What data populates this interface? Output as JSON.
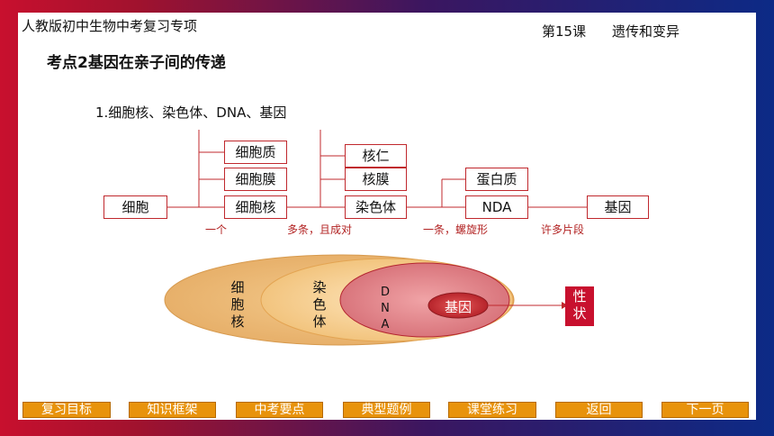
{
  "header": {
    "course": "人教版初中生物中考复习专项",
    "lesson": "第15课",
    "topic": "遗传和变异"
  },
  "title": "考点2基因在亲子间的传递",
  "subtitle": "1.细胞核、染色体、DNA、基因",
  "flow": {
    "xibao": "细胞",
    "xibaozhi": "细胞质",
    "xibaomo": "细胞膜",
    "xibaohe": "细胞核",
    "heren": "核仁",
    "hemo": "核膜",
    "ranseti": "染色体",
    "danbaizhi": "蛋白质",
    "nda": "NDA",
    "jiyin": "基因",
    "note1": "一个",
    "note2": "多条，且成对",
    "note3": "一条，螺旋形",
    "note4": "许多片段"
  },
  "diagram": {
    "outer": [
      "细",
      "胞",
      "核"
    ],
    "middle": [
      "染",
      "色",
      "体"
    ],
    "inner": [
      "D",
      "N",
      "A"
    ],
    "gene": "基因",
    "trait": [
      "性",
      "状"
    ]
  },
  "nav": [
    "复习目标",
    "知识框架",
    "中考要点",
    "典型题例",
    "课堂练习",
    "返回",
    "下一页"
  ]
}
